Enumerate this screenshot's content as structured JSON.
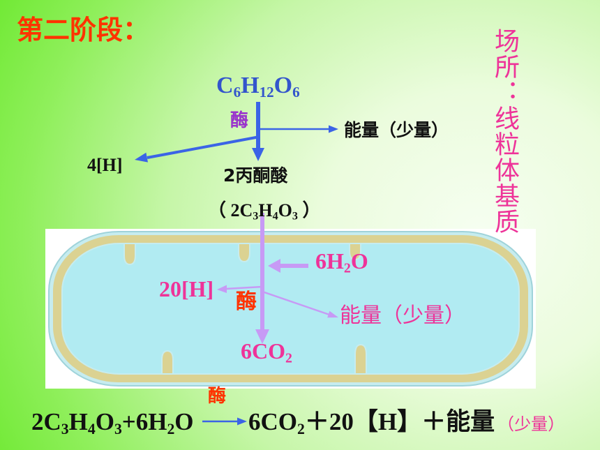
{
  "slide": {
    "title": "第二阶段：",
    "location": "场所：线粒体基质"
  },
  "upper_diagram": {
    "reactant": "C6H12O6",
    "enzyme": "酶",
    "energy": "能量（少量）",
    "hydrogen": "4[H]",
    "product_name": "2丙酮酸",
    "product_formula": "（ 2C3H4O3 ）"
  },
  "matrix_diagram": {
    "water_input": "6H2O",
    "hydrogen_output": "20[H]",
    "enzyme": "酶",
    "energy": "能量（少量）",
    "co2_output": "6CO2"
  },
  "equation": {
    "enzyme": "酶",
    "reactants": "2C3H4O3+6H2O",
    "products": "6CO2＋20【H】＋能量",
    "note": "（少量）"
  },
  "colors": {
    "title_red": "#ff3300",
    "location_pink": "#ee3399",
    "formula_blue": "#3355cc",
    "enzyme_purple": "#9933cc",
    "enzyme_red": "#ff3300",
    "matrix_pink": "#ee3399",
    "arrow_blue": "#3b64e6",
    "arrow_lavender": "#c79af5",
    "membrane_tan": "#dbd292",
    "membrane_edge": "#c6ecef",
    "matrix_cyan": "#b1ebf2",
    "text_black": "#111111"
  }
}
